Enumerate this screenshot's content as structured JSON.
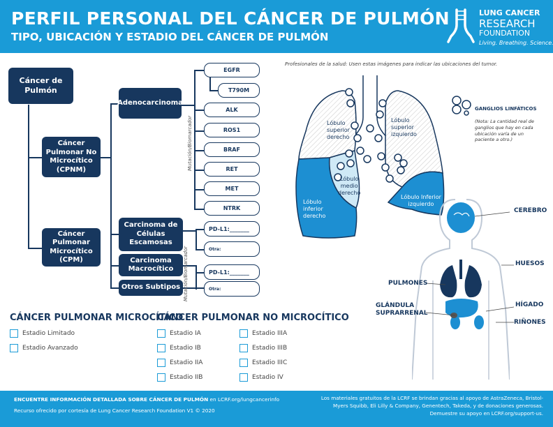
{
  "header": {
    "title": "PERFIL PERSONAL DEL CÁNCER DE PULMÓN",
    "subtitle": "TIPO, UBICACIÓN Y ESTADIO DEL CÁNCER DE PULMÓN",
    "logo_line1": "LUNG CANCER",
    "logo_line2": "RESEARCH",
    "logo_line3": "FOUNDATION",
    "logo_tagline": "Living. Breathing. Science.",
    "logo_icon": "trachea-icon"
  },
  "tree": {
    "root": "Cáncer de Pulmón",
    "nsclc": "Cáncer Pulmonar No Microcítico (CPNM)",
    "sclc": "Cáncer Pulmonar Microcítico (CPM)",
    "adeno": "Adenocarcinoma",
    "squamous": "Carcinoma de Células Escamosas",
    "large_cell": "Carcinoma Macrocítico",
    "other_subtypes": "Otros Subtipos",
    "mutation_label": "Mutación/Biomarcador",
    "biomarkers": [
      "EGFR",
      "T790M",
      "ALK",
      "ROS1",
      "BRAF",
      "RET",
      "MET",
      "NTRK"
    ],
    "pdl1": "PD-L1:_______",
    "other": "Otra:"
  },
  "stages": {
    "sclc_heading": "CÁNCER PULMONAR MICROCÍTICO",
    "sclc": [
      "Estadio Limitado",
      "Estadio Avanzado"
    ],
    "nsclc_heading": "CÁNCER PULMONAR NO MICROCÍTICO",
    "nsclc_col1": [
      "Estadio IA",
      "Estadio IB",
      "Estadio IIA",
      "Estadio IIB"
    ],
    "nsclc_col2": [
      "Estadio IIIA",
      "Estadio IIIB",
      "Estadio IIIC",
      "Estadio IV"
    ]
  },
  "lungs": {
    "professional_note": "Profesionales de la salud: Usen estas imágenes para indicar las ubicaciones del tumor.",
    "right_upper": [
      "Lóbulo",
      "superior",
      "derecho"
    ],
    "left_upper": [
      "Lóbulo",
      "superior",
      "izquierdo"
    ],
    "right_middle": [
      "Lóbulo",
      "medio",
      "derecho"
    ],
    "right_lower": [
      "Lóbulo",
      "inferior",
      "derecho"
    ],
    "left_lower": [
      "Lóbulo Inferior",
      "izquierdo"
    ],
    "lymph_title": "GANGLIOS LINFÁTICOS",
    "lymph_note": "(Nota: La cantidad real de ganglios que hay en cada ubicación varía de un paciente a otro.)"
  },
  "body": {
    "brain": "CEREBRO",
    "bones": "HUESOS",
    "lungs": "PULMONES",
    "adrenal_line1": "GLÁNDULA",
    "adrenal_line2": "SUPRARRENAL",
    "liver": "HÍGADO",
    "kidneys": "RIÑONES"
  },
  "footer": {
    "info_bold": "ENCUENTRE INFORMACIÓN DETALLADA SOBRE CÁNCER DE PULMÓN",
    "info_rest": " en LCRF.org/lungcancerinfo",
    "resource": "Recurso ofrecido por cortesía de Lung Cancer Research Foundation V1 © 2020",
    "support": "Los materiales gratuitos de la LCRF se brindan gracias al apoyo de AstraZeneca, Bristol-Myers Squibb, Eli Lilly & Company, Genentech, Takeda, y de donaciones generosas. Demuestre su apoyo en LCRF.org/support-us."
  },
  "colors": {
    "brand_blue": "#1a9bd7",
    "navy": "#17375e",
    "lung_light": "#cfe9f6",
    "lung_dark": "#1d8fd2"
  }
}
